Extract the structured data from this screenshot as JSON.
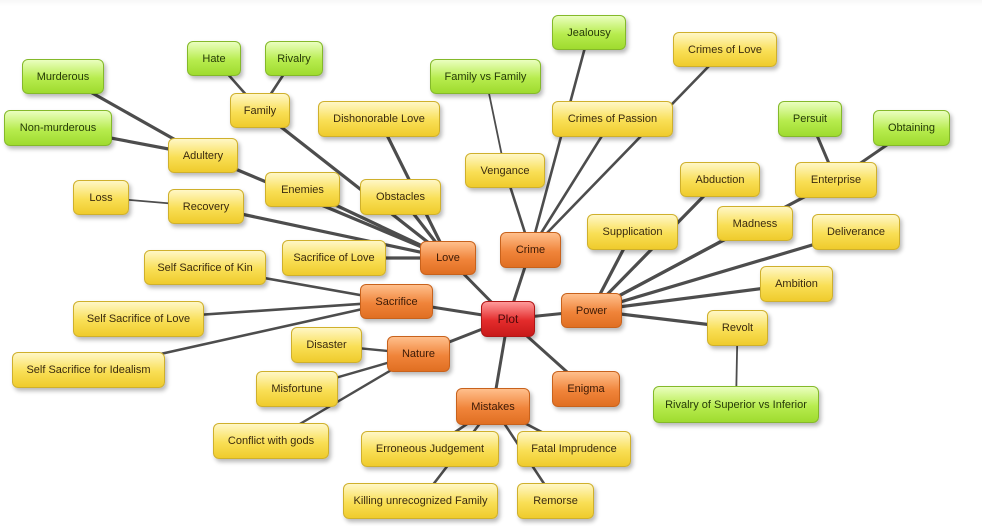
{
  "diagram": {
    "root": "plot",
    "nodes": [
      {
        "id": "plot",
        "label": "Plot",
        "level": "root"
      },
      {
        "id": "love",
        "label": "Love",
        "level": "main"
      },
      {
        "id": "crime",
        "label": "Crime",
        "level": "main"
      },
      {
        "id": "sacrifice",
        "label": "Sacrifice",
        "level": "main"
      },
      {
        "id": "power",
        "label": "Power",
        "level": "main"
      },
      {
        "id": "nature",
        "label": "Nature",
        "level": "main"
      },
      {
        "id": "enigma",
        "label": "Enigma",
        "level": "main"
      },
      {
        "id": "mistakes",
        "label": "Mistakes",
        "level": "main"
      },
      {
        "id": "family",
        "label": "Family",
        "level": "sub"
      },
      {
        "id": "adultery",
        "label": "Adultery",
        "level": "sub"
      },
      {
        "id": "enemies",
        "label": "Enemies",
        "level": "sub"
      },
      {
        "id": "recovery",
        "label": "Recovery",
        "level": "sub"
      },
      {
        "id": "loss",
        "label": "Loss",
        "level": "sub"
      },
      {
        "id": "dishonorable",
        "label": "Dishonorable Love",
        "level": "sub"
      },
      {
        "id": "obstacles",
        "label": "Obstacles",
        "level": "sub"
      },
      {
        "id": "sacrifice_of_love",
        "label": "Sacrifice of Love",
        "level": "sub"
      },
      {
        "id": "self_kin",
        "label": "Self Sacrifice of Kin",
        "level": "sub"
      },
      {
        "id": "self_love",
        "label": "Self Sacrifice of Love",
        "level": "sub"
      },
      {
        "id": "self_ideal",
        "label": "Self Sacrifice for Idealism",
        "level": "sub"
      },
      {
        "id": "vengance",
        "label": "Vengance",
        "level": "sub"
      },
      {
        "id": "crimes_love",
        "label": "Crimes of Love",
        "level": "sub"
      },
      {
        "id": "crimes_passion",
        "label": "Crimes of Passion",
        "level": "sub"
      },
      {
        "id": "supplication",
        "label": "Supplication",
        "level": "sub"
      },
      {
        "id": "abduction",
        "label": "Abduction",
        "level": "sub"
      },
      {
        "id": "madness",
        "label": "Madness",
        "level": "sub"
      },
      {
        "id": "enterprise",
        "label": "Enterprise",
        "level": "sub"
      },
      {
        "id": "deliverance",
        "label": "Deliverance",
        "level": "sub"
      },
      {
        "id": "ambition",
        "label": "Ambition",
        "level": "sub"
      },
      {
        "id": "revolt",
        "label": "Revolt",
        "level": "sub"
      },
      {
        "id": "disaster",
        "label": "Disaster",
        "level": "sub"
      },
      {
        "id": "misfortune",
        "label": "Misfortune",
        "level": "sub"
      },
      {
        "id": "gods",
        "label": "Conflict with gods",
        "level": "sub"
      },
      {
        "id": "erroneous",
        "label": "Erroneous Judgement",
        "level": "sub"
      },
      {
        "id": "fatal",
        "label": "Fatal Imprudence",
        "level": "sub"
      },
      {
        "id": "killing",
        "label": "Killing unrecognized Family",
        "level": "sub"
      },
      {
        "id": "remorse",
        "label": "Remorse",
        "level": "sub"
      },
      {
        "id": "hate",
        "label": "Hate",
        "level": "leaf"
      },
      {
        "id": "rivalry",
        "label": "Rivalry",
        "level": "leaf"
      },
      {
        "id": "murderous",
        "label": "Murderous",
        "level": "leaf"
      },
      {
        "id": "non_murderous",
        "label": "Non-murderous",
        "level": "leaf"
      },
      {
        "id": "jealousy",
        "label": "Jealousy",
        "level": "leaf"
      },
      {
        "id": "family_vs_family",
        "label": "Family vs Family",
        "level": "leaf"
      },
      {
        "id": "persuit",
        "label": "Persuit",
        "level": "leaf"
      },
      {
        "id": "obtaining",
        "label": "Obtaining",
        "level": "leaf"
      },
      {
        "id": "rivalry_sup",
        "label": "Rivalry of Superior vs Inferior",
        "level": "leaf"
      }
    ],
    "edges": [
      [
        "plot",
        "love"
      ],
      [
        "plot",
        "crime"
      ],
      [
        "plot",
        "sacrifice"
      ],
      [
        "plot",
        "power"
      ],
      [
        "plot",
        "nature"
      ],
      [
        "plot",
        "enigma"
      ],
      [
        "plot",
        "mistakes"
      ],
      [
        "love",
        "family"
      ],
      [
        "love",
        "adultery"
      ],
      [
        "love",
        "enemies"
      ],
      [
        "love",
        "recovery"
      ],
      [
        "love",
        "obstacles"
      ],
      [
        "love",
        "dishonorable"
      ],
      [
        "love",
        "sacrifice_of_love"
      ],
      [
        "recovery",
        "loss"
      ],
      [
        "family",
        "hate"
      ],
      [
        "family",
        "rivalry"
      ],
      [
        "adultery",
        "murderous"
      ],
      [
        "adultery",
        "non_murderous"
      ],
      [
        "crime",
        "vengance"
      ],
      [
        "crime",
        "crimes_love"
      ],
      [
        "crime",
        "crimes_passion"
      ],
      [
        "crime",
        "jealousy"
      ],
      [
        "vengance",
        "family_vs_family"
      ],
      [
        "sacrifice",
        "self_kin"
      ],
      [
        "sacrifice",
        "self_love"
      ],
      [
        "sacrifice",
        "self_ideal"
      ],
      [
        "power",
        "supplication"
      ],
      [
        "power",
        "abduction"
      ],
      [
        "power",
        "madness"
      ],
      [
        "power",
        "enterprise"
      ],
      [
        "power",
        "deliverance"
      ],
      [
        "power",
        "ambition"
      ],
      [
        "power",
        "revolt"
      ],
      [
        "enterprise",
        "persuit"
      ],
      [
        "enterprise",
        "obtaining"
      ],
      [
        "revolt",
        "rivalry_sup"
      ],
      [
        "nature",
        "disaster"
      ],
      [
        "nature",
        "misfortune"
      ],
      [
        "nature",
        "gods"
      ],
      [
        "mistakes",
        "erroneous"
      ],
      [
        "mistakes",
        "fatal"
      ],
      [
        "mistakes",
        "killing"
      ],
      [
        "mistakes",
        "remorse"
      ]
    ]
  },
  "colors": {
    "root": "#e32b2b",
    "main": "#f0843a",
    "sub": "#f9df55",
    "leaf": "#b7ec4e",
    "edge": "#4d4d4d"
  }
}
